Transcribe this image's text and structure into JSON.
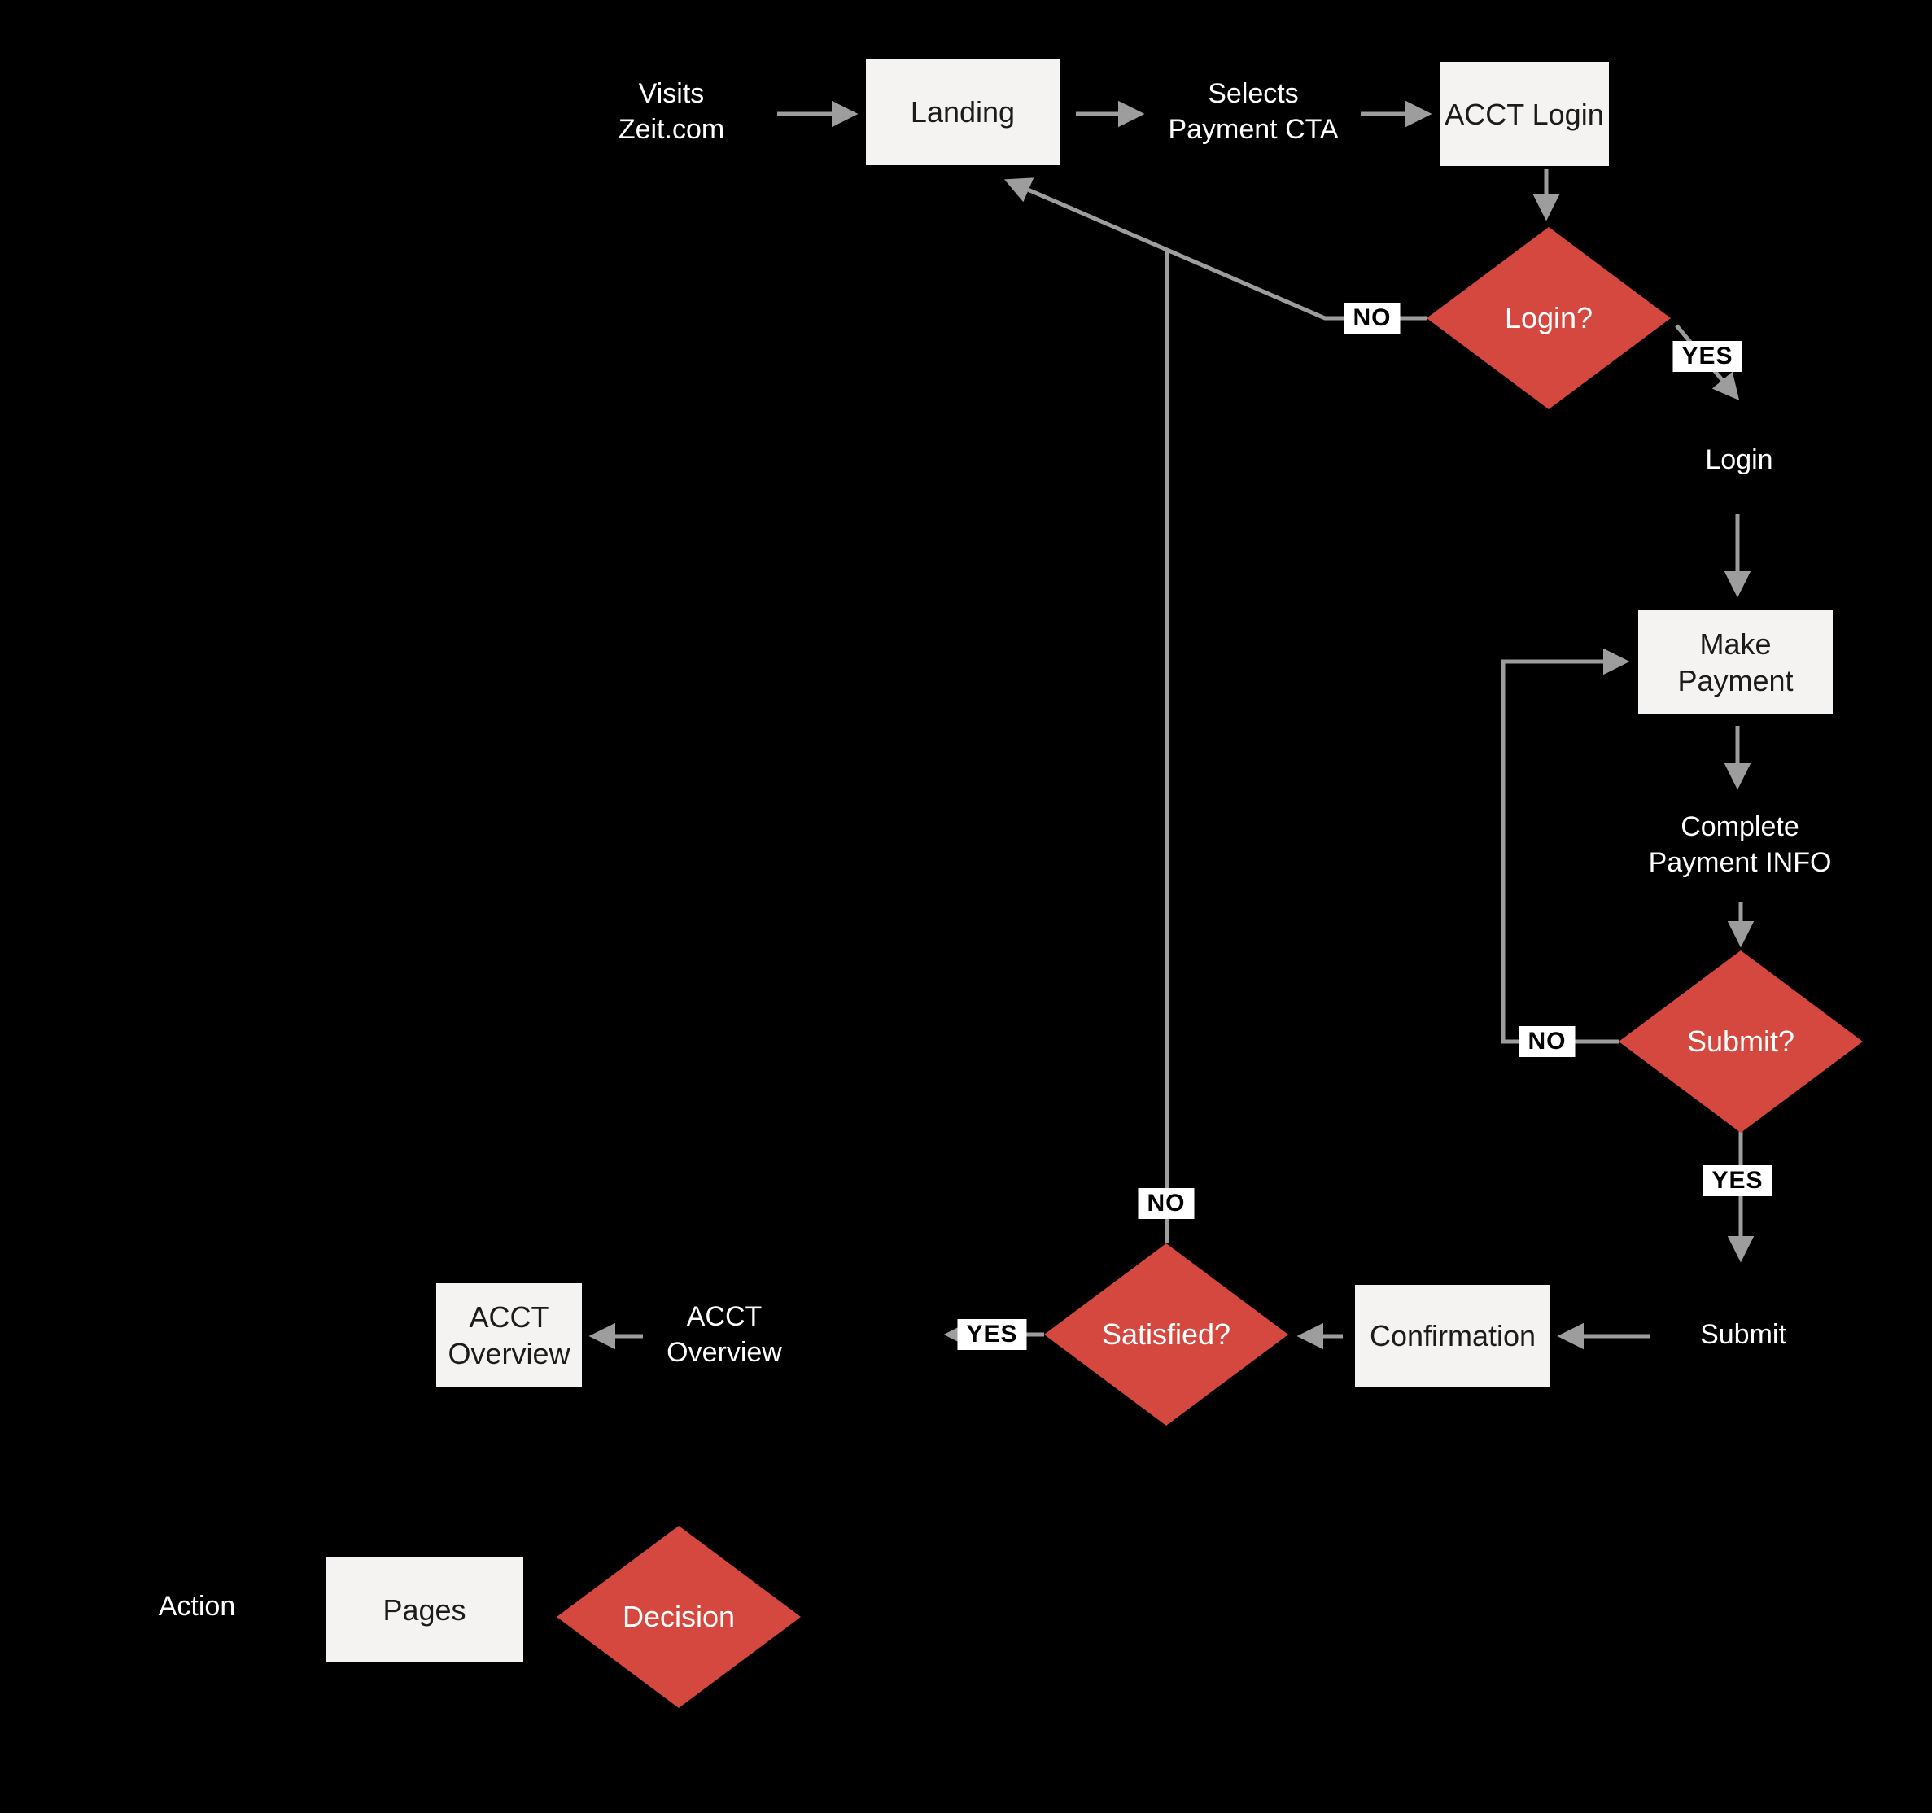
{
  "colors": {
    "background": "#000000",
    "page_fill": "#f4f3f1",
    "page_text": "#1d1b1a",
    "decision_fill": "#d5483f",
    "decision_text": "#ffffff",
    "action_text": "#ffffff",
    "connector": "#9d9d9d",
    "label_bg": "#ffffff",
    "label_text": "#000000"
  },
  "nodes": {
    "visits_action": {
      "line1": "Visits",
      "line2": "Zeit.com"
    },
    "landing_page": {
      "label": "Landing"
    },
    "selects_action": {
      "line1": "Selects",
      "line2": "Payment CTA"
    },
    "acct_login_page": {
      "label": "ACCT Login"
    },
    "login_decision": {
      "label": "Login?",
      "no": "NO",
      "yes": "YES"
    },
    "login_action": {
      "label": "Login"
    },
    "make_payment_page": {
      "line1": "Make",
      "line2": "Payment"
    },
    "complete_payment_action": {
      "line1": "Complete",
      "line2": "Payment INFO"
    },
    "submit_decision": {
      "label": "Submit?",
      "no": "NO",
      "yes": "YES"
    },
    "submit_action": {
      "label": "Submit"
    },
    "confirmation_page": {
      "label": "Confirmation"
    },
    "satisfied_decision": {
      "label": "Satisfied?",
      "no": "NO",
      "yes": "YES"
    },
    "acct_overview_action": {
      "line1": "ACCT",
      "line2": "Overview"
    },
    "acct_overview_page": {
      "line1": "ACCT",
      "line2": "Overview"
    }
  },
  "legend": {
    "action_label": "Action",
    "pages_label": "Pages",
    "decision_label": "Decision"
  }
}
